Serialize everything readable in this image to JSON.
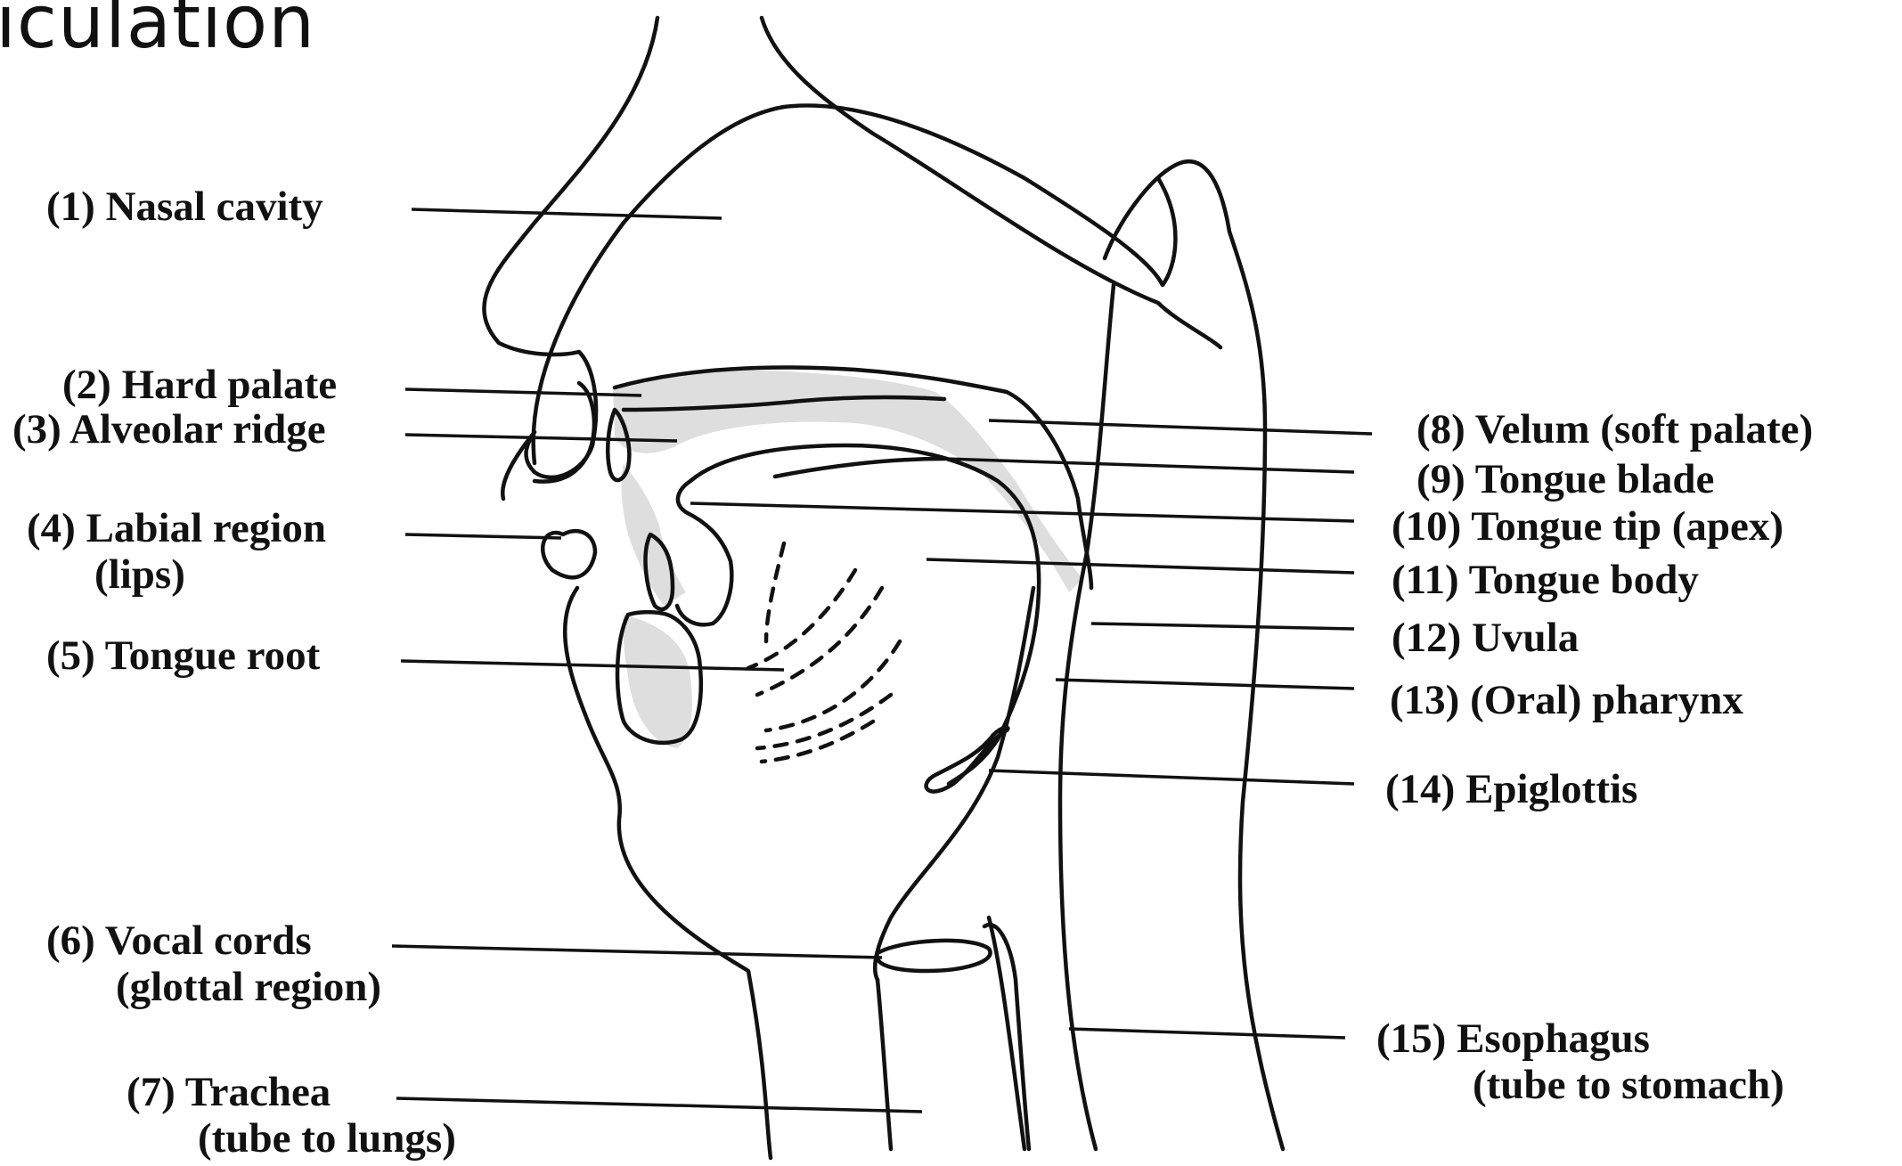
{
  "title": "ticulation",
  "labels": [
    {
      "id": "nasal-cavity",
      "num": "(1)",
      "text": "Nasal cavity",
      "sub": ""
    },
    {
      "id": "hard-palate",
      "num": "(2)",
      "text": "Hard palate",
      "sub": ""
    },
    {
      "id": "alveolar-ridge",
      "num": "(3)",
      "text": "Alveolar ridge",
      "sub": ""
    },
    {
      "id": "labial-region",
      "num": "(4)",
      "text": "Labial region",
      "sub": "(lips)"
    },
    {
      "id": "tongue-root",
      "num": "(5)",
      "text": "Tongue root",
      "sub": ""
    },
    {
      "id": "vocal-cords",
      "num": "(6)",
      "text": "Vocal cords",
      "sub": "(glottal region)"
    },
    {
      "id": "trachea",
      "num": "(7)",
      "text": "Trachea",
      "sub": "(tube to lungs)"
    },
    {
      "id": "velum",
      "num": "(8)",
      "text": "Velum (soft palate)",
      "sub": ""
    },
    {
      "id": "tongue-blade",
      "num": "(9)",
      "text": "Tongue blade",
      "sub": ""
    },
    {
      "id": "tongue-tip",
      "num": "(10)",
      "text": "Tongue tip (apex)",
      "sub": ""
    },
    {
      "id": "tongue-body",
      "num": "(11)",
      "text": "Tongue body",
      "sub": ""
    },
    {
      "id": "uvula",
      "num": "(12)",
      "text": "Uvula",
      "sub": ""
    },
    {
      "id": "oral-pharynx",
      "num": "(13)",
      "text": "(Oral) pharynx",
      "sub": ""
    },
    {
      "id": "epiglottis",
      "num": "(14)",
      "text": "Epiglottis",
      "sub": ""
    },
    {
      "id": "esophagus",
      "num": "(15)",
      "text": "Esophagus",
      "sub": "(tube to stomach)"
    }
  ]
}
